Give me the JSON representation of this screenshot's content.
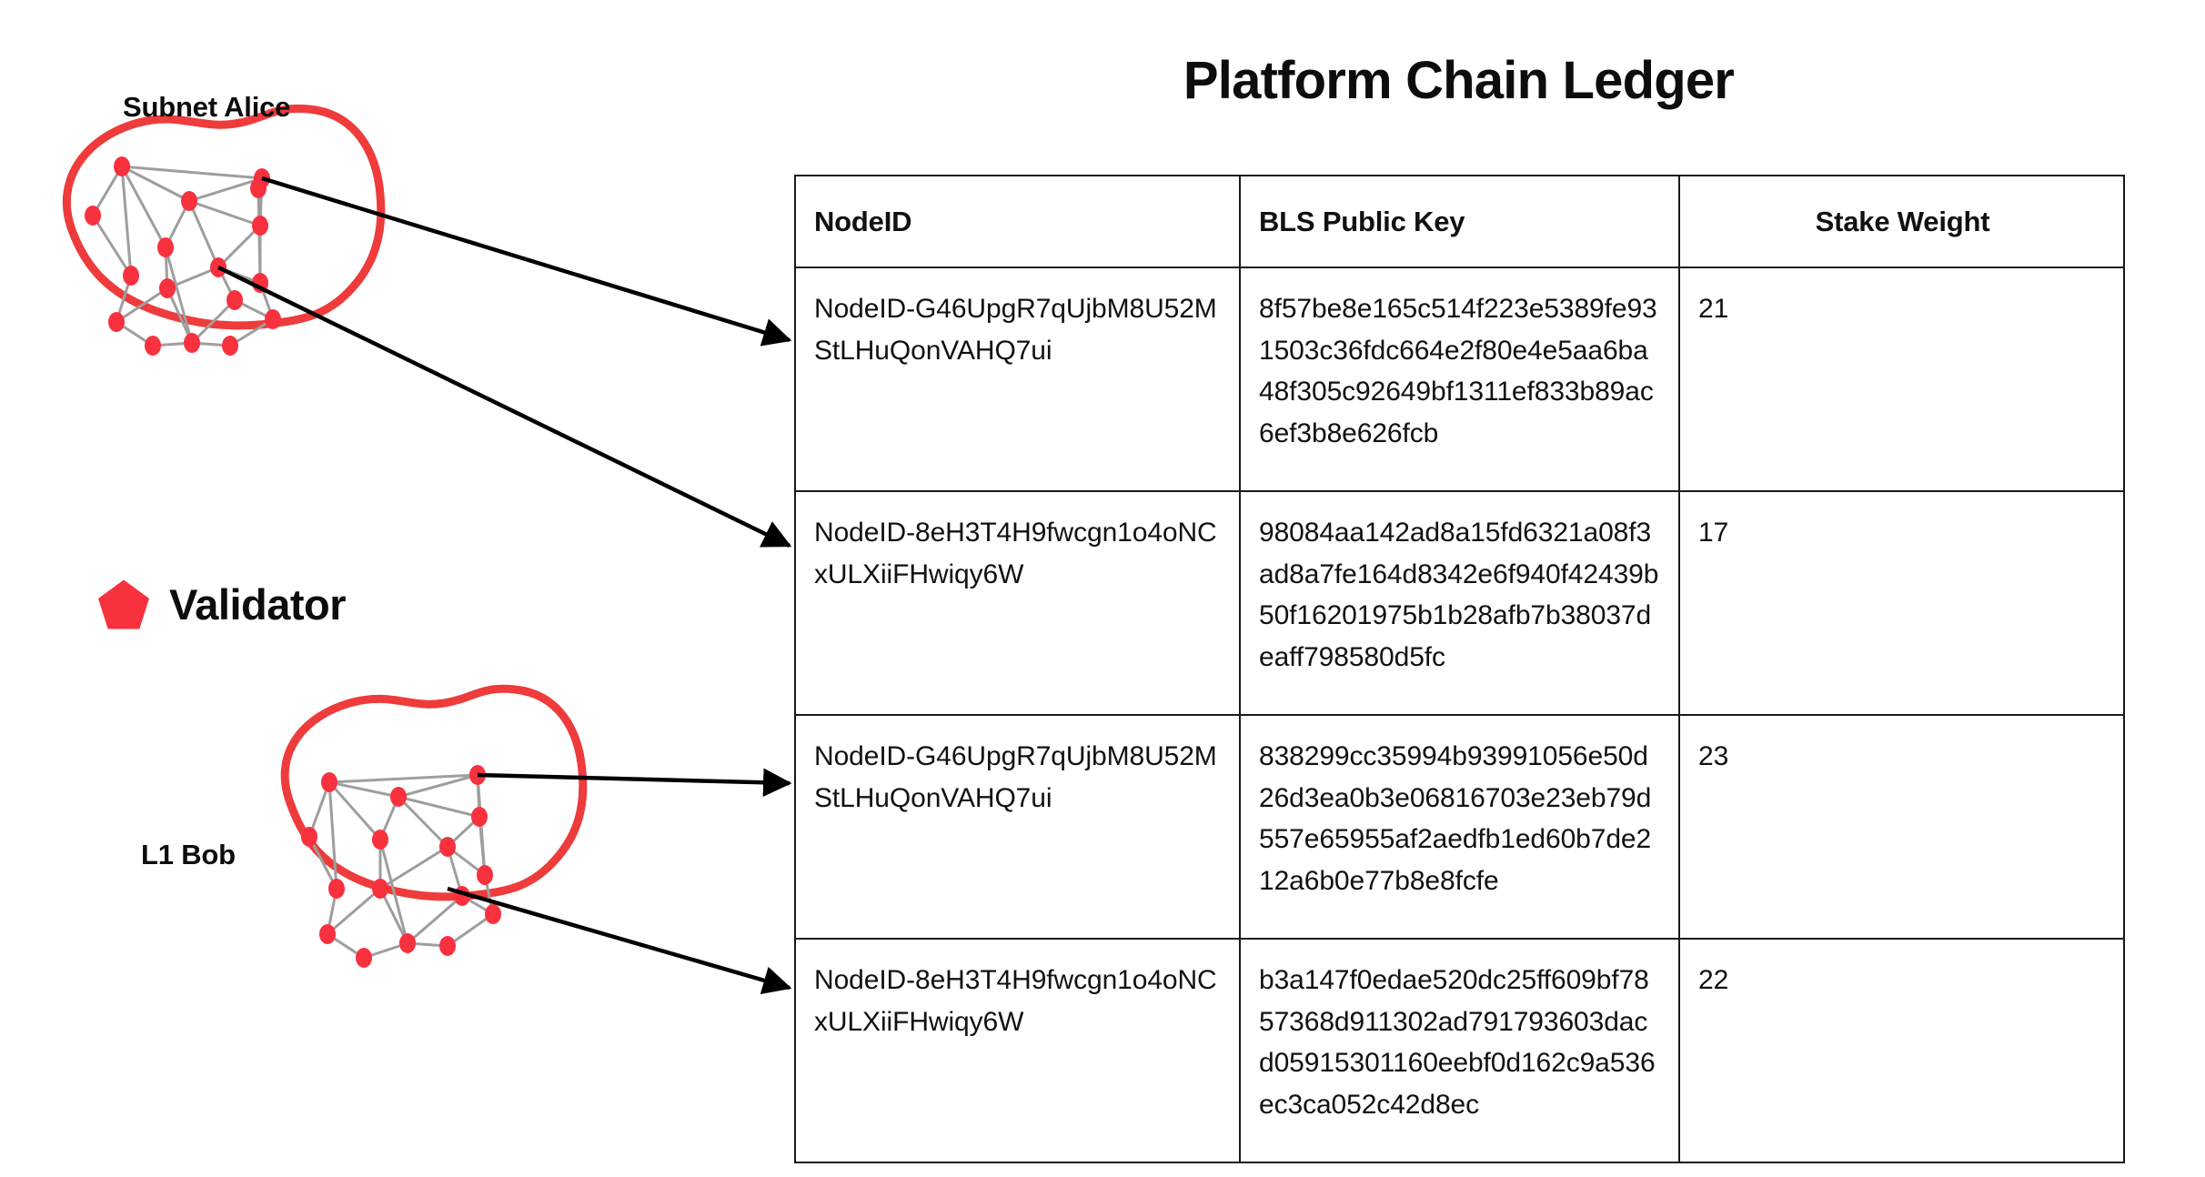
{
  "title": "Platform Chain Ledger",
  "diagram": {
    "subnet_alice_label": "Subnet Alice",
    "l1_bob_label": "L1 Bob",
    "legend": {
      "marker": "pentagon",
      "label": "Validator"
    },
    "colors": {
      "blob_stroke": "#EE3B3B",
      "node_fill": "#F8313E",
      "edge_stroke": "#9e9e9e",
      "arrow": "#000000",
      "legend_marker": "#F8313E"
    },
    "groups": [
      {
        "name": "Subnet Alice",
        "node_count": 18,
        "arrows_out": 2
      },
      {
        "name": "L1 Bob",
        "node_count": 18,
        "arrows_out": 2
      }
    ]
  },
  "table": {
    "columns": [
      "NodeID",
      "BLS Public Key",
      "Stake Weight"
    ],
    "rows": [
      {
        "node_id": "NodeID-G46UpgR7qUjbM8U52MStLHuQonVAHQ7ui",
        "bls_public_key": "8f57be8e165c514f223e5389fe931503c36fdc664e2f80e4e5aa6ba48f305c92649bf1311ef833b89ac6ef3b8e626fcb",
        "stake_weight": "21"
      },
      {
        "node_id": "NodeID-8eH3T4H9fwcgn1o4oNCxULXiiFHwiqy6W",
        "bls_public_key": "98084aa142ad8a15fd6321a08f3ad8a7fe164d8342e6f940f42439b50f16201975b1b28afb7b38037deaff798580d5fc",
        "stake_weight": "17"
      },
      {
        "node_id": "NodeID-G46UpgR7qUjbM8U52MStLHuQonVAHQ7ui",
        "bls_public_key": "838299cc35994b93991056e50d26d3ea0b3e06816703e23eb79d557e65955af2aedfb1ed60b7de212a6b0e77b8e8fcfe",
        "stake_weight": "23"
      },
      {
        "node_id": "NodeID-8eH3T4H9fwcgn1o4oNCxULXiiFHwiqy6W",
        "bls_public_key": "b3a147f0edae520dc25ff609bf7857368d911302ad791793603dacd05915301160eebf0d162c9a536ec3ca052c42d8ec",
        "stake_weight": "22"
      }
    ]
  }
}
